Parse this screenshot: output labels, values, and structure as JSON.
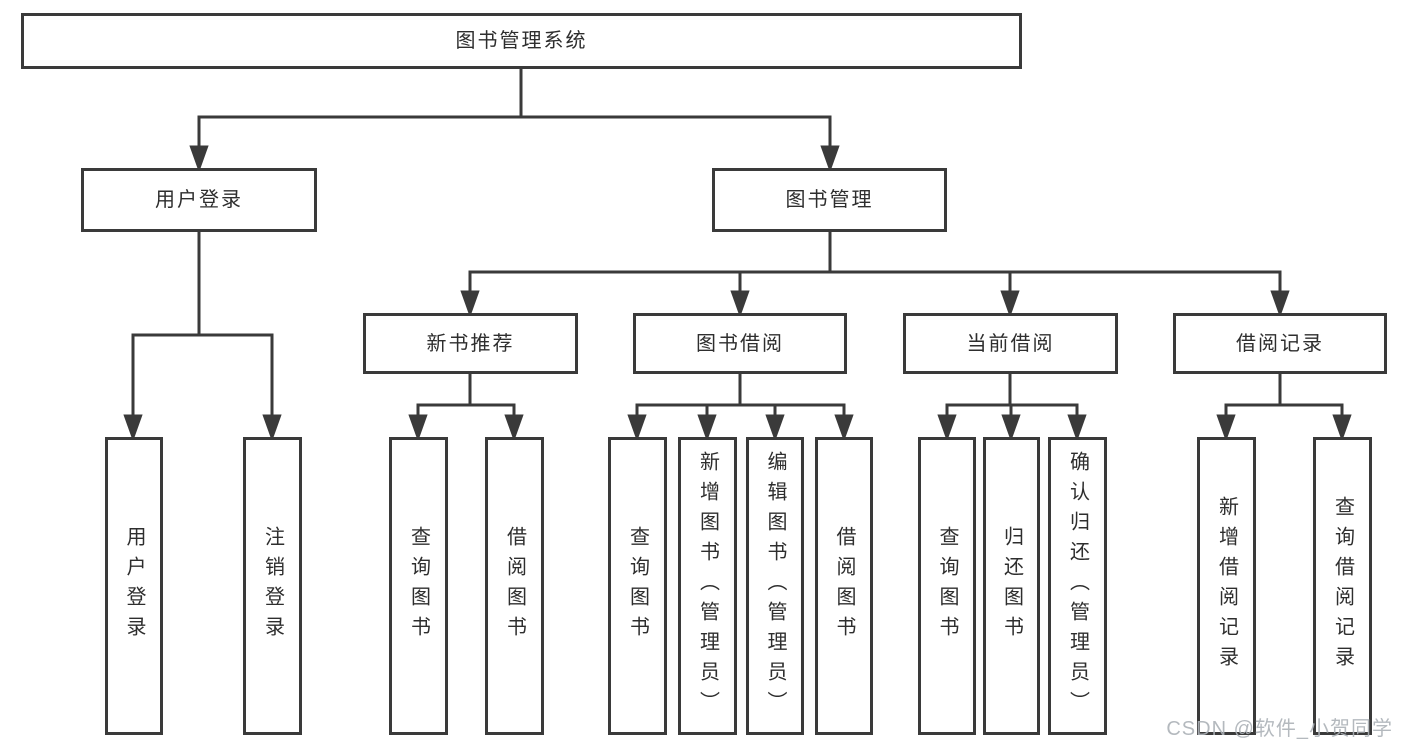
{
  "tree": {
    "root": {
      "label": "图书管理系统"
    },
    "branches": [
      {
        "label": "用户登录",
        "children": [
          {
            "label": "用户登录"
          },
          {
            "label": "注销登录"
          }
        ]
      },
      {
        "label": "图书管理",
        "children": [
          {
            "label": "新书推荐",
            "children": [
              {
                "label": "查询图书"
              },
              {
                "label": "借阅图书"
              }
            ]
          },
          {
            "label": "图书借阅",
            "children": [
              {
                "label": "查询图书"
              },
              {
                "label": "新增图书（管理员）"
              },
              {
                "label": "编辑图书（管理员）"
              },
              {
                "label": "借阅图书"
              }
            ]
          },
          {
            "label": "当前借阅",
            "children": [
              {
                "label": "查询图书"
              },
              {
                "label": "归还图书"
              },
              {
                "label": "确认归还（管理员）"
              }
            ]
          },
          {
            "label": "借阅记录",
            "children": [
              {
                "label": "新增借阅记录"
              },
              {
                "label": "查询借阅记录"
              }
            ]
          }
        ]
      }
    ]
  },
  "watermark": {
    "text": "CSDN @软件_小贺同学"
  },
  "colors": {
    "line": "#3a3a3a",
    "text": "#2e2e2e",
    "watermark": "#acb1b7",
    "background": "#ffffff"
  }
}
